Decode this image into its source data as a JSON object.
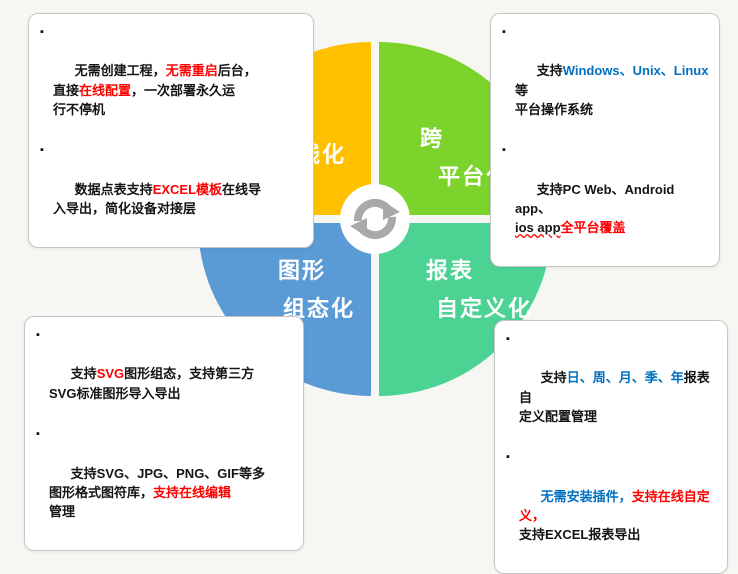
{
  "ui": {
    "bullet_marker": "▪",
    "background": "#f6f6f3"
  },
  "colors": {
    "red": "#FF0000",
    "blue": "#0070C0",
    "arrow_gray": "#A9A9A9"
  },
  "quadrants": {
    "online": {
      "color": "#FFC000",
      "label_lines": [
        "在线化"
      ]
    },
    "cross_platform": {
      "color": "#7CD32C",
      "label_lines": [
        "跨",
        "平台化"
      ]
    },
    "graphics": {
      "color": "#5B9BD5",
      "label_lines": [
        "图形",
        "组态化"
      ]
    },
    "report_custom": {
      "color": "#4CD394",
      "label_lines": [
        "报表",
        "自定义化"
      ]
    }
  },
  "center_icon": "cycle-arrows",
  "callouts": {
    "online": {
      "bullets": [
        [
          {
            "t": "无需创建工程，"
          },
          {
            "t": "无需重启",
            "c": "red"
          },
          {
            "t": "后台，\n直接"
          },
          {
            "t": "在线配置",
            "c": "red"
          },
          {
            "t": "，一次部署永久运\n行不停机"
          }
        ],
        [
          {
            "t": "数据点表支持"
          },
          {
            "t": "EXCEL模板",
            "c": "red"
          },
          {
            "t": "在线导\n入导出，简化设备对接层"
          }
        ]
      ]
    },
    "cross_platform": {
      "bullets": [
        [
          {
            "t": "支持"
          },
          {
            "t": "Windows、Unix、Linux",
            "c": "blue"
          },
          {
            "t": "等\n平台操作系统"
          }
        ],
        [
          {
            "t": "支持PC Web、Android app、\n"
          },
          {
            "t": "ios app",
            "c": "wavy"
          },
          {
            "t": "全平台覆盖",
            "c": "red"
          }
        ]
      ]
    },
    "graphics": {
      "bullets": [
        [
          {
            "t": "支持"
          },
          {
            "t": "SVG",
            "c": "red"
          },
          {
            "t": "图形组态，支持第三方\nSVG标准图形导入导出"
          }
        ],
        [
          {
            "t": "支持SVG、JPG、PNG、GIF等多\n图形格式图符库，"
          },
          {
            "t": "支持在线编辑",
            "c": "red"
          },
          {
            "t": "\n管理"
          }
        ]
      ]
    },
    "report_custom": {
      "bullets": [
        [
          {
            "t": "支持"
          },
          {
            "t": "日、周、月、季、年",
            "c": "blue"
          },
          {
            "t": "报表自\n定义配置管理"
          }
        ],
        [
          {
            "t": "无需安装插件，",
            "c": "blue"
          },
          {
            "t": "支持在线自定义，",
            "c": "red"
          },
          {
            "t": "\n支持EXCEL报表导出"
          }
        ]
      ]
    }
  }
}
